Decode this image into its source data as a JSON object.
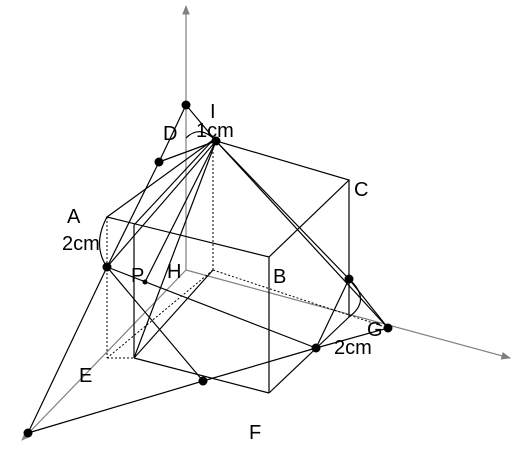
{
  "labels": {
    "A": "A",
    "B": "B",
    "C": "C",
    "D": "D",
    "E": "E",
    "F": "F",
    "G": "G",
    "H": "H",
    "I": "I",
    "P": "P",
    "dim_top": "1cm",
    "dim_left": "2cm",
    "dim_right": "2cm"
  },
  "colors": {
    "lines": "#000000",
    "axes": "#808080",
    "background": "#ffffff"
  }
}
